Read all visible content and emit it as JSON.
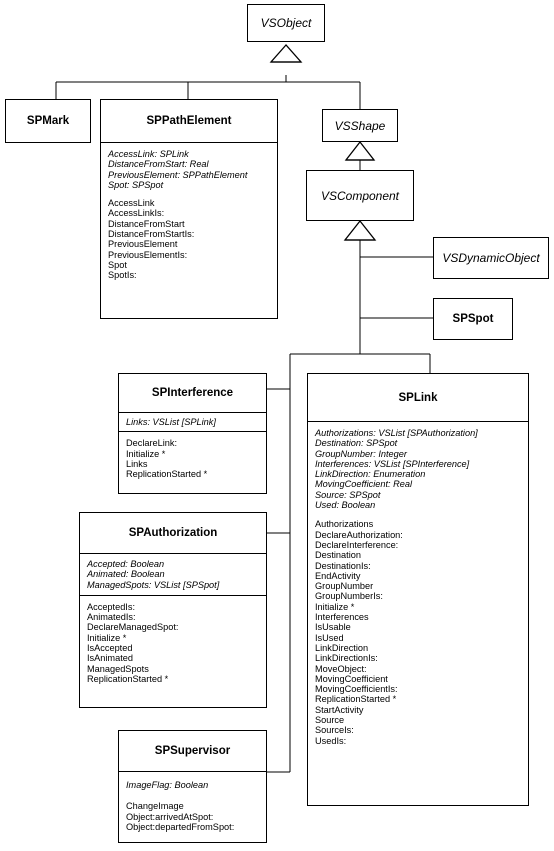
{
  "classes": {
    "vsobject": {
      "name": "VSObject"
    },
    "spmark": {
      "name": "SPMark"
    },
    "sppathelement": {
      "name": "SPPathElement",
      "attributes": [
        "AccessLink: SPLink",
        "DistanceFromStart: Real",
        "PreviousElement: SPPathElement",
        "Spot: SPSpot"
      ],
      "methods": [
        "AccessLink",
        "AccessLinkIs:",
        "DistanceFromStart",
        "DistanceFromStartIs:",
        "PreviousElement",
        "PreviousElementIs:",
        "Spot",
        "SpotIs:"
      ]
    },
    "vsshape": {
      "name": "VSShape"
    },
    "vscomponent": {
      "name": "VSComponent"
    },
    "vsdynamicobject": {
      "name": "VSDynamicObject"
    },
    "spspot": {
      "name": "SPSpot"
    },
    "spinterference": {
      "name": "SPInterference",
      "attributes": [
        "Links: VSList [SPLink]"
      ],
      "methods": [
        "DeclareLink:",
        "Initialize *",
        "Links",
        "ReplicationStarted *"
      ]
    },
    "splink": {
      "name": "SPLink",
      "attributes": [
        "Authorizations: VSList [SPAuthorization]",
        "Destination: SPSpot",
        "GroupNumber: Integer",
        "Interferences: VSList [SPInterference]",
        "LinkDirection: Enumeration",
        "MovingCoefficient: Real",
        "Source: SPSpot",
        "Used: Boolean"
      ],
      "methods": [
        "Authorizations",
        "DeclareAuthorization:",
        "DeclareInterference:",
        "Destination",
        "DestinationIs:",
        "EndActivity",
        "GroupNumber",
        "GroupNumberIs:",
        "Initialize *",
        "Interferences",
        "IsUsable",
        "IsUsed",
        "LinkDirection",
        "LinkDirectionIs:",
        "MoveObject:",
        "MovingCoefficient",
        "MovingCoefficientIs:",
        "ReplicationStarted *",
        "StartActivity",
        "Source",
        "SourceIs:",
        "UsedIs:"
      ]
    },
    "spauthorization": {
      "name": "SPAuthorization",
      "attributes": [
        "Accepted: Boolean",
        "Animated: Boolean",
        "ManagedSpots: VSList [SPSpot]"
      ],
      "methods": [
        "AcceptedIs:",
        "AnimatedIs:",
        "DeclareManagedSpot:",
        "Initialize *",
        "IsAccepted",
        "IsAnimated",
        "ManagedSpots",
        "ReplicationStarted *"
      ]
    },
    "spsupervisor": {
      "name": "SPSupervisor",
      "attributes": [
        "ImageFlag: Boolean"
      ],
      "methods": [
        "ChangeImage",
        "Object:arrivedAtSpot:",
        "Object:departedFromSpot:"
      ]
    }
  }
}
